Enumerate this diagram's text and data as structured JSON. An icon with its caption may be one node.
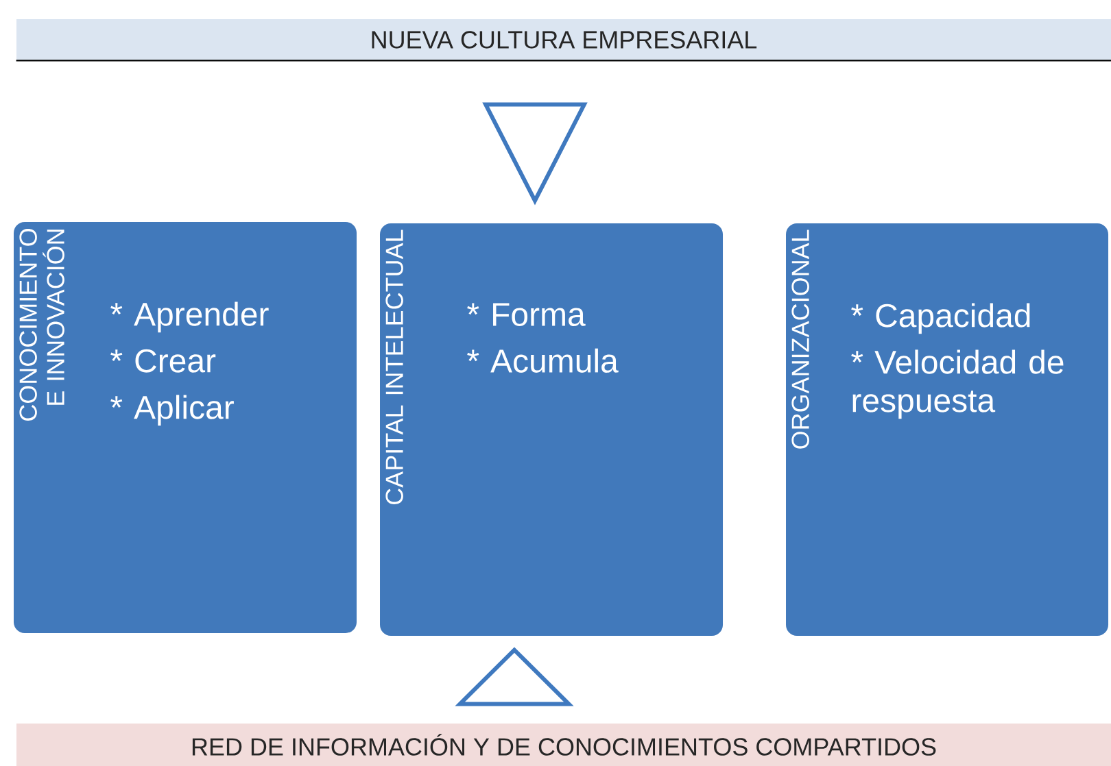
{
  "diagram": {
    "nodes": [
      {
        "text": [
          "NUEVA CULTURA EMPRESARIAL"
        ]
      },
      {
        "text": [
          "CONOCIMIENTO E INNOVACIÓN",
          "* Aprender",
          "* Crear",
          "* Aplicar"
        ]
      },
      {
        "text": [
          "CAPITAL INTELECTUAL",
          "* Forma",
          "* Acumula"
        ]
      },
      {
        "text": [
          "ORGANIZACIONAL",
          "* Capacidad",
          "* Velocidad de respuesta"
        ]
      },
      {
        "text": [
          "RED DE INFORMACIÓN Y DE CONOCIMIENTOS COMPARTIDOS"
        ]
      }
    ],
    "edges": [
      {
        "from": 0,
        "to": 2,
        "arrow": "to"
      },
      {
        "from": 4,
        "to": 2,
        "arrow": "to"
      }
    ]
  }
}
